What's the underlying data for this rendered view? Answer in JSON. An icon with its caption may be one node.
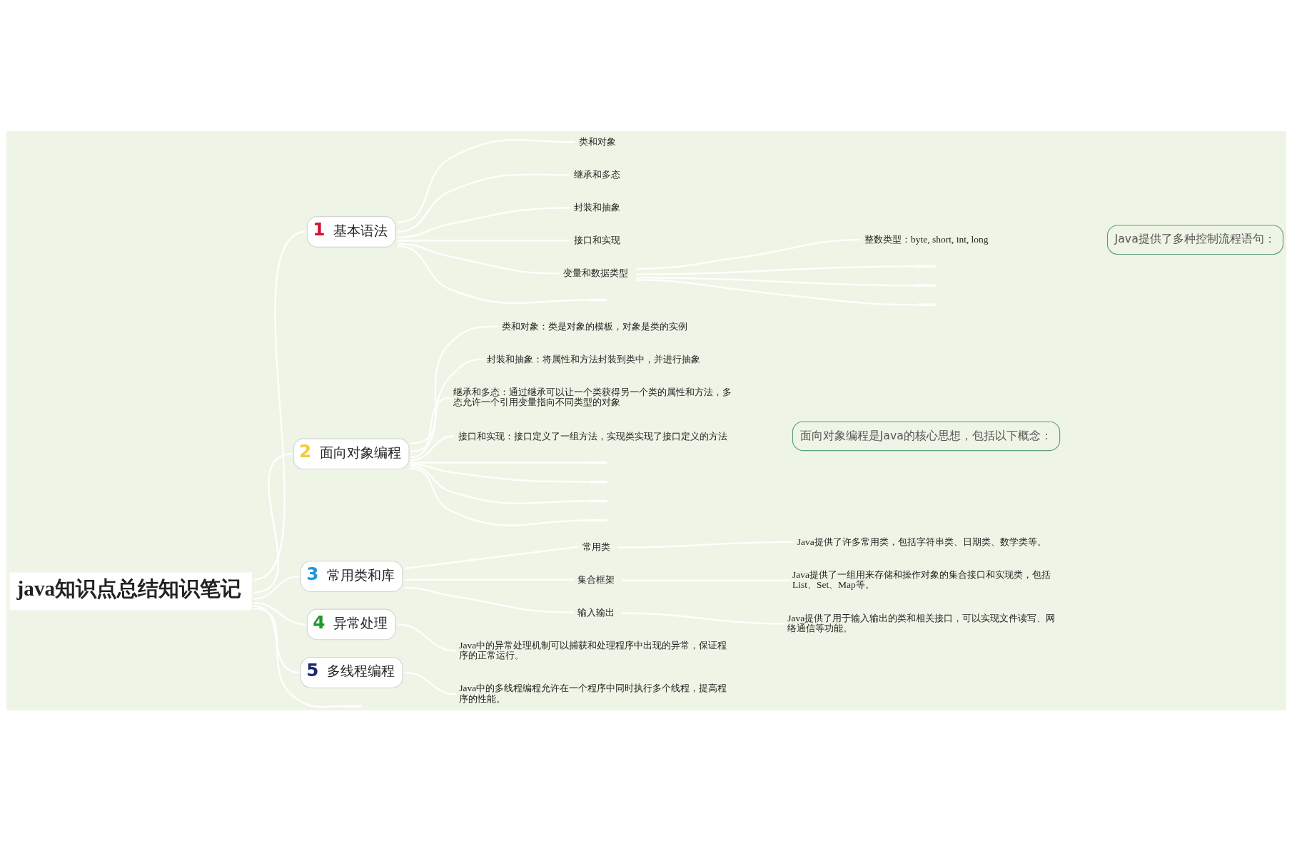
{
  "diagram": {
    "nodes": [
      {
        "text": [
          "java知识点总结知识笔记"
        ]
      },
      {
        "text": [
          "1",
          "基本语法"
        ]
      },
      {
        "text": [
          "类和对象"
        ]
      },
      {
        "text": [
          "继承和多态"
        ]
      },
      {
        "text": [
          "封装和抽象"
        ]
      },
      {
        "text": [
          "接口和实现"
        ]
      },
      {
        "text": [
          "变量和数据类型"
        ]
      },
      {
        "text": [
          "整数类型：byte, short, int, long"
        ]
      },
      {
        "text": [],
        "shape": "bar"
      },
      {
        "text": [],
        "shape": "bar"
      },
      {
        "text": [],
        "shape": "bar"
      },
      {
        "text": [],
        "shape": "bar"
      },
      {
        "text": [
          "Java提供了多种控制流程语句："
        ]
      },
      {
        "text": [
          "2",
          "面向对象编程"
        ]
      },
      {
        "text": [
          "类和对象：类是对象的模板，对象是类的实例"
        ]
      },
      {
        "text": [
          "封装和抽象：将属性和方法封装到类中，并进行抽象"
        ]
      },
      {
        "text": [
          "继承和多态：通过继承可以让一个类获得另一个类的属性和方法，多态允许一个引用变量指向不同类型的对象"
        ]
      },
      {
        "text": [
          "接口和实现：接口定义了一组方法，实现类实现了接口定义的方法"
        ]
      },
      {
        "text": [],
        "shape": "bar"
      },
      {
        "text": [],
        "shape": "bar"
      },
      {
        "text": [],
        "shape": "bar"
      },
      {
        "text": [],
        "shape": "bar"
      },
      {
        "text": [
          "面向对象编程是Java的核心思想，包括以下概念："
        ]
      },
      {
        "text": [
          "3",
          "常用类和库"
        ]
      },
      {
        "text": [
          "常用类"
        ]
      },
      {
        "text": [
          "Java提供了许多常用类，包括字符串类、日期类、数学类等。"
        ]
      },
      {
        "text": [
          "集合框架"
        ]
      },
      {
        "text": [
          "Java提供了一组用来存储和操作对象的集合接口和实现类，包括List、Set、Map等。"
        ]
      },
      {
        "text": [
          "输入输出"
        ]
      },
      {
        "text": [
          "Java提供了用于输入输出的类和相关接口，可以实现文件读写、网络通信等功能。"
        ]
      },
      {
        "text": [
          "4",
          "异常处理"
        ]
      },
      {
        "text": [
          "Java中的异常处理机制可以捕获和处理程序中出现的异常，保证程序的正常运行。"
        ]
      },
      {
        "text": [
          "5",
          "多线程编程"
        ]
      },
      {
        "text": [
          "Java中的多线程编程允许在一个程序中同时执行多个线程，提高程序的性能。"
        ]
      },
      {
        "text": [],
        "shape": "bar"
      }
    ],
    "edges": [
      {
        "from": 0,
        "to": 1,
        "arrow": "none"
      },
      {
        "from": 1,
        "to": 2,
        "arrow": "none"
      },
      {
        "from": 1,
        "to": 3,
        "arrow": "none"
      },
      {
        "from": 1,
        "to": 4,
        "arrow": "none"
      },
      {
        "from": 1,
        "to": 5,
        "arrow": "none"
      },
      {
        "from": 1,
        "to": 6,
        "arrow": "none"
      },
      {
        "from": 6,
        "to": 7,
        "arrow": "none"
      },
      {
        "from": 6,
        "to": 8,
        "arrow": "none"
      },
      {
        "from": 6,
        "to": 9,
        "arrow": "none"
      },
      {
        "from": 6,
        "to": 10,
        "arrow": "none"
      },
      {
        "from": 1,
        "to": 11,
        "arrow": "none"
      },
      {
        "from": 0,
        "to": 13,
        "arrow": "none"
      },
      {
        "from": 13,
        "to": 14,
        "arrow": "none"
      },
      {
        "from": 13,
        "to": 15,
        "arrow": "none"
      },
      {
        "from": 13,
        "to": 16,
        "arrow": "none"
      },
      {
        "from": 13,
        "to": 17,
        "arrow": "none"
      },
      {
        "from": 13,
        "to": 18,
        "arrow": "none"
      },
      {
        "from": 13,
        "to": 19,
        "arrow": "none"
      },
      {
        "from": 13,
        "to": 20,
        "arrow": "none"
      },
      {
        "from": 13,
        "to": 21,
        "arrow": "none"
      },
      {
        "from": 0,
        "to": 23,
        "arrow": "none"
      },
      {
        "from": 23,
        "to": 24,
        "arrow": "none"
      },
      {
        "from": 24,
        "to": 25,
        "arrow": "none"
      },
      {
        "from": 23,
        "to": 26,
        "arrow": "none"
      },
      {
        "from": 26,
        "to": 27,
        "arrow": "none"
      },
      {
        "from": 23,
        "to": 28,
        "arrow": "none"
      },
      {
        "from": 28,
        "to": 29,
        "arrow": "none"
      },
      {
        "from": 0,
        "to": 30,
        "arrow": "none"
      },
      {
        "from": 30,
        "to": 31,
        "arrow": "none"
      },
      {
        "from": 0,
        "to": 32,
        "arrow": "none"
      },
      {
        "from": 32,
        "to": 33,
        "arrow": "none"
      },
      {
        "from": 0,
        "to": 34,
        "arrow": "none"
      }
    ]
  }
}
